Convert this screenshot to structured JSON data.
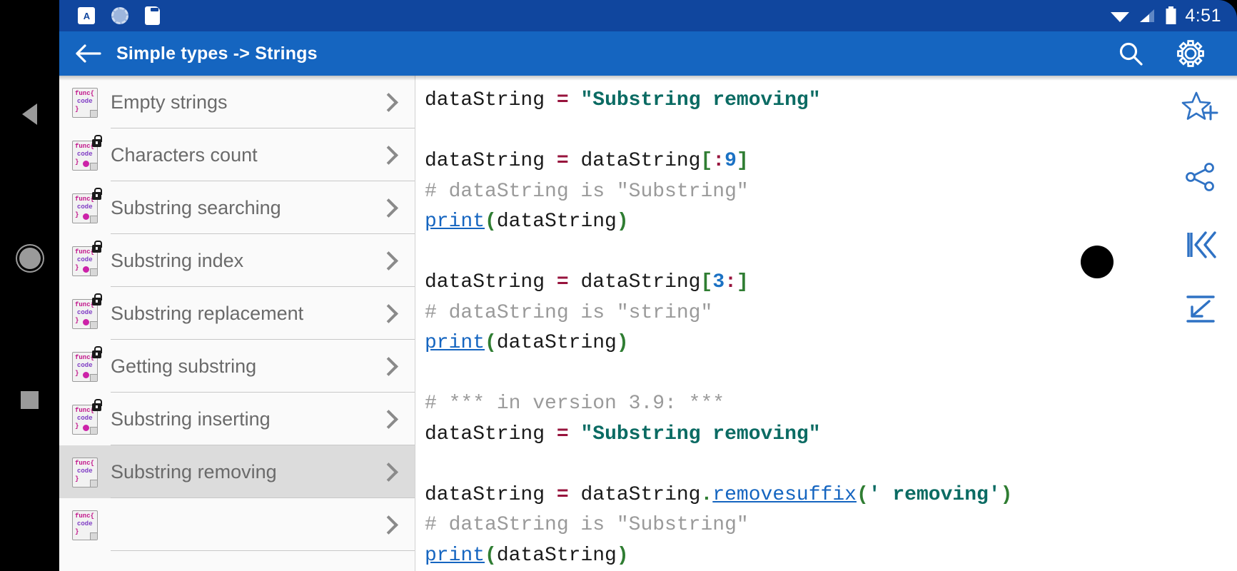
{
  "statusbar": {
    "icons": [
      "keyboard-icon",
      "sync-icon",
      "sd-card-icon"
    ],
    "keyboard_glyph": "A",
    "wifi_icon": "wifi-icon",
    "signal_icon": "cellular-signal-icon",
    "battery_icon": "battery-icon",
    "time": "4:51",
    "bg_color": "#10469e"
  },
  "appbar": {
    "back_icon": "arrow-left-icon",
    "title": "Simple types -> Strings",
    "search_icon": "search-icon",
    "settings_icon": "gear-icon",
    "bg_color": "#1565c0"
  },
  "sidebar": {
    "items": [
      {
        "label": "Empty strings",
        "locked": false,
        "dot": false,
        "selected": false
      },
      {
        "label": "Characters count",
        "locked": true,
        "dot": true,
        "selected": false
      },
      {
        "label": "Substring searching",
        "locked": true,
        "dot": true,
        "selected": false
      },
      {
        "label": "Substring index",
        "locked": true,
        "dot": true,
        "selected": false
      },
      {
        "label": "Substring replacement",
        "locked": true,
        "dot": true,
        "selected": false
      },
      {
        "label": "Getting substring",
        "locked": true,
        "dot": true,
        "selected": false
      },
      {
        "label": "Substring inserting",
        "locked": true,
        "dot": true,
        "selected": false
      },
      {
        "label": "Substring removing",
        "locked": false,
        "dot": false,
        "selected": true
      }
    ],
    "icon_name": "func-code-icon",
    "icon_text": {
      "line1": "func{",
      "line2": "code",
      "line3": "}"
    },
    "chevron_icon": "chevron-right-icon",
    "selected_bg": "#dcdcdc"
  },
  "code": {
    "language": "python",
    "lines": [
      {
        "tokens": [
          {
            "t": "dataString ",
            "c": "plain"
          },
          {
            "t": "=",
            "c": "op"
          },
          {
            "t": " ",
            "c": "plain"
          },
          {
            "t": "\"Substring removing\"",
            "c": "str"
          }
        ]
      },
      {
        "tokens": []
      },
      {
        "tokens": [
          {
            "t": "dataString ",
            "c": "plain"
          },
          {
            "t": "=",
            "c": "op"
          },
          {
            "t": " dataString",
            "c": "plain"
          },
          {
            "t": "[",
            "c": "brk"
          },
          {
            "t": ":",
            "c": "op"
          },
          {
            "t": "9",
            "c": "num"
          },
          {
            "t": "]",
            "c": "brk"
          }
        ]
      },
      {
        "tokens": [
          {
            "t": "# dataString is \"Substring\"",
            "c": "cmt"
          }
        ]
      },
      {
        "tokens": [
          {
            "t": "print",
            "c": "fn"
          },
          {
            "t": "(",
            "c": "pnc"
          },
          {
            "t": "dataString",
            "c": "plain"
          },
          {
            "t": ")",
            "c": "pnc"
          }
        ]
      },
      {
        "tokens": []
      },
      {
        "tokens": [
          {
            "t": "dataString ",
            "c": "plain"
          },
          {
            "t": "=",
            "c": "op"
          },
          {
            "t": " dataString",
            "c": "plain"
          },
          {
            "t": "[",
            "c": "brk"
          },
          {
            "t": "3",
            "c": "num"
          },
          {
            "t": ":",
            "c": "op"
          },
          {
            "t": "]",
            "c": "brk"
          }
        ]
      },
      {
        "tokens": [
          {
            "t": "# dataString is \"string\"",
            "c": "cmt"
          }
        ]
      },
      {
        "tokens": [
          {
            "t": "print",
            "c": "fn"
          },
          {
            "t": "(",
            "c": "pnc"
          },
          {
            "t": "dataString",
            "c": "plain"
          },
          {
            "t": ")",
            "c": "pnc"
          }
        ]
      },
      {
        "tokens": []
      },
      {
        "tokens": [
          {
            "t": "# *** in version 3.9: ***",
            "c": "cmt"
          }
        ]
      },
      {
        "tokens": [
          {
            "t": "dataString ",
            "c": "plain"
          },
          {
            "t": "=",
            "c": "op"
          },
          {
            "t": " ",
            "c": "plain"
          },
          {
            "t": "\"Substring removing\"",
            "c": "str"
          }
        ]
      },
      {
        "tokens": []
      },
      {
        "tokens": [
          {
            "t": "dataString ",
            "c": "plain"
          },
          {
            "t": "=",
            "c": "op"
          },
          {
            "t": " dataString",
            "c": "plain"
          },
          {
            "t": ".",
            "c": "pnc"
          },
          {
            "t": "removesuffix",
            "c": "fn"
          },
          {
            "t": "(",
            "c": "pnc"
          },
          {
            "t": "' removing'",
            "c": "str"
          },
          {
            "t": ")",
            "c": "pnc"
          }
        ]
      },
      {
        "tokens": [
          {
            "t": "# dataString is \"Substring\"",
            "c": "cmt"
          }
        ]
      },
      {
        "tokens": [
          {
            "t": "print",
            "c": "fn"
          },
          {
            "t": "(",
            "c": "pnc"
          },
          {
            "t": "dataString",
            "c": "plain"
          },
          {
            "t": ")",
            "c": "pnc"
          }
        ]
      }
    ],
    "colors": {
      "plain": "#1a1a1a",
      "comment": "#9a9a9a",
      "string": "#0b6b63",
      "operator": "#97133c",
      "number": "#1b72c4",
      "bracket": "#2f7d32",
      "function": "#1565c0"
    }
  },
  "rail": {
    "items": [
      {
        "name": "add-to-favorites-icon",
        "label": "star-plus-icon"
      },
      {
        "name": "share-icon",
        "label": "share-icon"
      },
      {
        "name": "skip-to-first-icon",
        "label": "skip-previous-icon"
      },
      {
        "name": "download-icon",
        "label": "arrow-down-left-icon"
      }
    ],
    "accent_color": "#1565c0"
  },
  "navbar": {
    "back_icon": "triangle-back-icon",
    "home_icon": "circle-home-icon",
    "recents_icon": "square-recents-icon"
  },
  "touch_indicator": {
    "name": "touch-point-indicator",
    "color": "#000000"
  }
}
